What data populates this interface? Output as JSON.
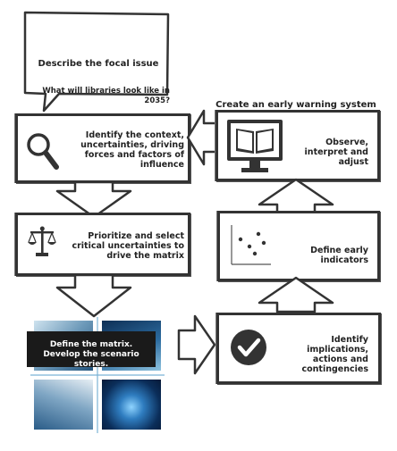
{
  "speech_bubble": {
    "title": "Describe the focal issue",
    "question": "What will libraries look like in 2035?"
  },
  "steps": {
    "identify_context": "Identify the context, uncertainties, driving forces and factors of influence",
    "prioritize": "Prioritize and select critical uncertainties to drive the matrix",
    "matrix": "Define the matrix. Develop the scenario stories.",
    "implications": "Identify implications, actions and contingencies",
    "indicators": "Define early indicators",
    "observe": "Observe, interpret and adjust"
  },
  "early_warning_title": "Create an early warning system",
  "icons": {
    "identify_context": "magnifier-icon",
    "prioritize": "scales-icon",
    "implications": "check-circle-icon",
    "indicators": "scatter-plot-icon",
    "observe": "monitor-book-icon"
  },
  "colors": {
    "stroke": "#333333",
    "matrix_label_bg": "#1a1a1a",
    "tile_blue": "#1f5f9a"
  }
}
